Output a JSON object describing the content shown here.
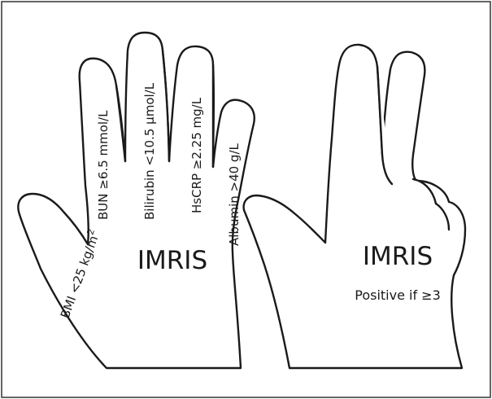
{
  "left_hand": {
    "title": "IMRIS",
    "fingers": [
      {
        "label": "BMI <25 kg/m",
        "sup": "2"
      },
      {
        "label": "BUN ≥6.5 mmol/L"
      },
      {
        "label": "Bilirubin <10.5 μmol/L"
      },
      {
        "label": "HsCRP ≥2.25 mg/L"
      },
      {
        "label": "Albumin >40 g/L"
      }
    ]
  },
  "right_hand": {
    "title": "IMRIS",
    "subtitle": "Positive if ≥3"
  }
}
